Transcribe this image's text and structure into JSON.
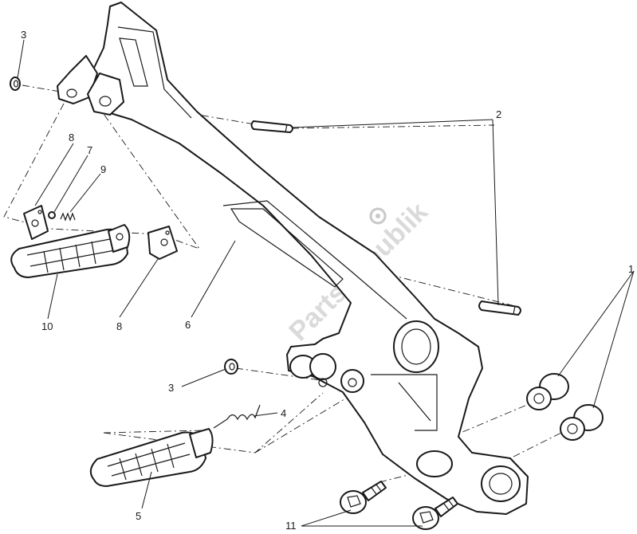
{
  "diagram": {
    "callouts": {
      "c1": "1",
      "c2": "2",
      "c3_top": "3",
      "c3_mid": "3",
      "c4": "4",
      "c5": "5",
      "c6": "6",
      "c7": "7",
      "c8_top": "8",
      "c8_bottom": "8",
      "c9": "9",
      "c10": "10",
      "c11": "11"
    },
    "watermark": "PartsRepublik"
  }
}
